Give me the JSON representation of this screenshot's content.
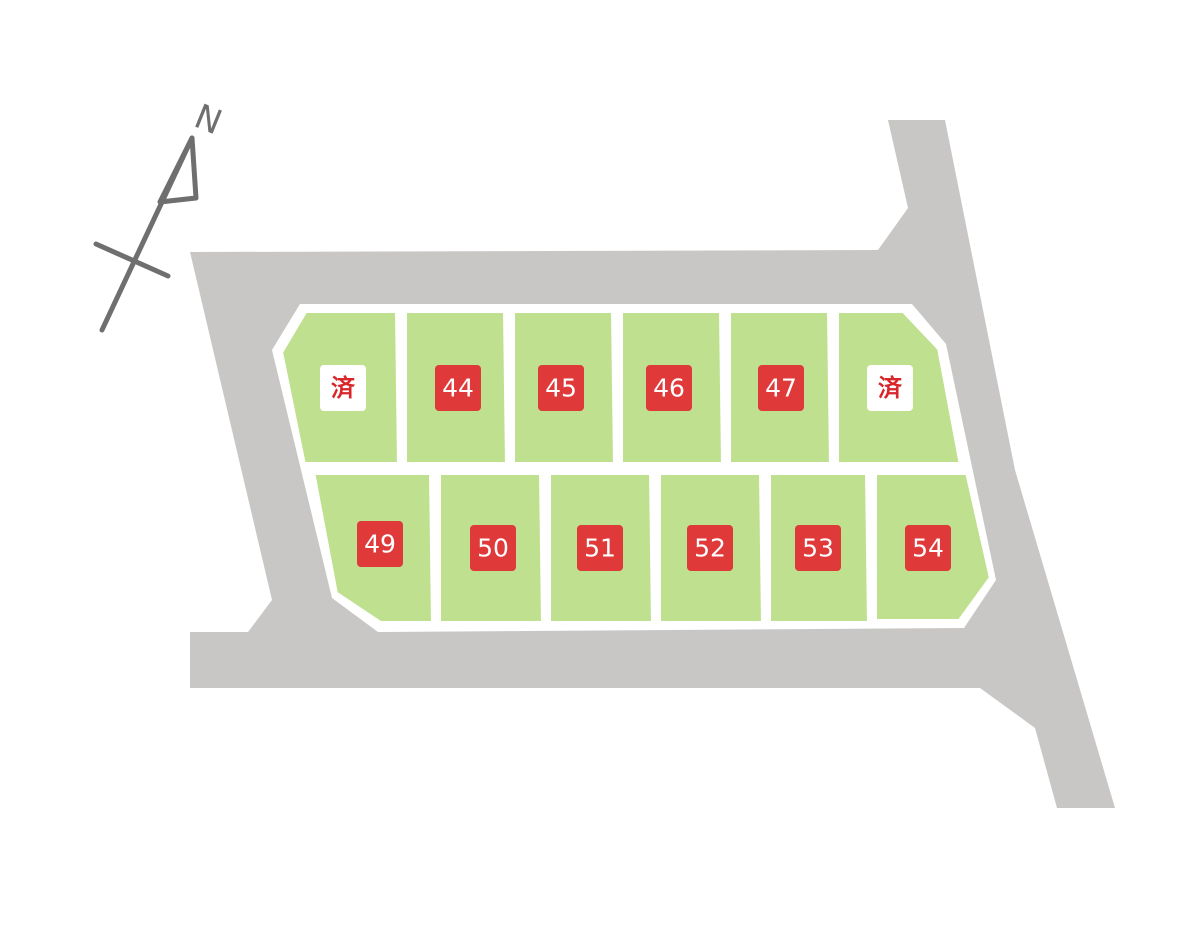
{
  "compass": {
    "letter": "N",
    "icon": "north-arrow-icon"
  },
  "colors": {
    "road": "#c9c7c6",
    "lot": "#bfe08f",
    "lot_border": "#ffffff",
    "available_badge": "#e0393a",
    "sold_badge": "#ffffff",
    "sold_text": "#d8262a",
    "compass": "#6f6f6f"
  },
  "lots": {
    "top_row": [
      {
        "label": "済",
        "status": "sold"
      },
      {
        "label": "44",
        "status": "available"
      },
      {
        "label": "45",
        "status": "available"
      },
      {
        "label": "46",
        "status": "available"
      },
      {
        "label": "47",
        "status": "available"
      },
      {
        "label": "済",
        "status": "sold"
      }
    ],
    "bottom_row": [
      {
        "label": "49",
        "status": "available"
      },
      {
        "label": "50",
        "status": "available"
      },
      {
        "label": "51",
        "status": "available"
      },
      {
        "label": "52",
        "status": "available"
      },
      {
        "label": "53",
        "status": "available"
      },
      {
        "label": "54",
        "status": "available"
      }
    ]
  }
}
